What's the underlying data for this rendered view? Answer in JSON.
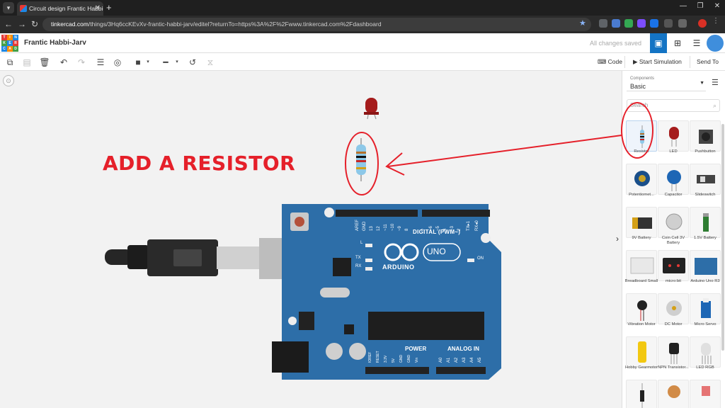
{
  "browser": {
    "tab_title": "Circuit design Frantic Habbi-Jarv",
    "tab_close": "✕",
    "new_tab": "+",
    "url_domain": "tinkercad.com",
    "url_path": "/things/3Hq6ccKEvXv-frantic-habbi-jarv/editel?returnTo=https%3A%2F%2Fwww.tinkercad.com%2Fdashboard"
  },
  "header": {
    "logo_letters": [
      "TIN",
      "KER",
      "CAD"
    ],
    "design_title": "Frantic Habbi-Jarv",
    "save_status": "All changes saved"
  },
  "toolbar": {
    "code_label": "Code",
    "start_sim_label": "Start Simulation",
    "send_to_label": "Send To"
  },
  "canvas": {
    "annotation": "ADD A RESISTOR",
    "arduino": {
      "aref": "AREF",
      "gnd": "GND",
      "digital_pins": [
        "13",
        "12",
        "~11",
        "~10",
        "~9",
        "8",
        "7",
        "~6",
        "~5",
        "4",
        "~3",
        "2",
        "TX▸1",
        "RX◂0"
      ],
      "digital_label": "DIGITAL (PWM~)",
      "l_label": "L",
      "tx_label": "TX",
      "rx_label": "RX",
      "on_label": "ON",
      "brand": "ARDUINO",
      "model": "UNO",
      "power_label": "POWER",
      "analog_label": "ANALOG IN",
      "power_pins": [
        "IOREF",
        "RESET",
        "3.3V",
        "5V",
        "GND",
        "GND",
        "Vin"
      ],
      "analog_pins": [
        "A0",
        "A1",
        "A2",
        "A3",
        "A4",
        "A5"
      ]
    }
  },
  "panel": {
    "components_label": "Components",
    "components_value": "Basic",
    "search_placeholder": "Search",
    "items": [
      {
        "name": "Resistor"
      },
      {
        "name": "LED"
      },
      {
        "name": "Pushbutton"
      },
      {
        "name": "Potentiomet..."
      },
      {
        "name": "Capacitor"
      },
      {
        "name": "Slideswitch"
      },
      {
        "name": "9V Battery"
      },
      {
        "name": "Coin Cell 3V Battery"
      },
      {
        "name": "1.5V Battery"
      },
      {
        "name": "Breadboard Small"
      },
      {
        "name": "micro:bit"
      },
      {
        "name": "Arduino Uno R3"
      },
      {
        "name": "Vibration Motor"
      },
      {
        "name": "DC Motor"
      },
      {
        "name": "Micro Servo"
      },
      {
        "name": "Hobby Gearmotor"
      },
      {
        "name": "NPN Transistor..."
      },
      {
        "name": "LED RGB"
      },
      {
        "name": ""
      },
      {
        "name": ""
      },
      {
        "name": ""
      }
    ]
  },
  "colors": {
    "accent": "#1474c4",
    "annotation_red": "#e5202a",
    "arduino_blue": "#2d6ea8"
  }
}
